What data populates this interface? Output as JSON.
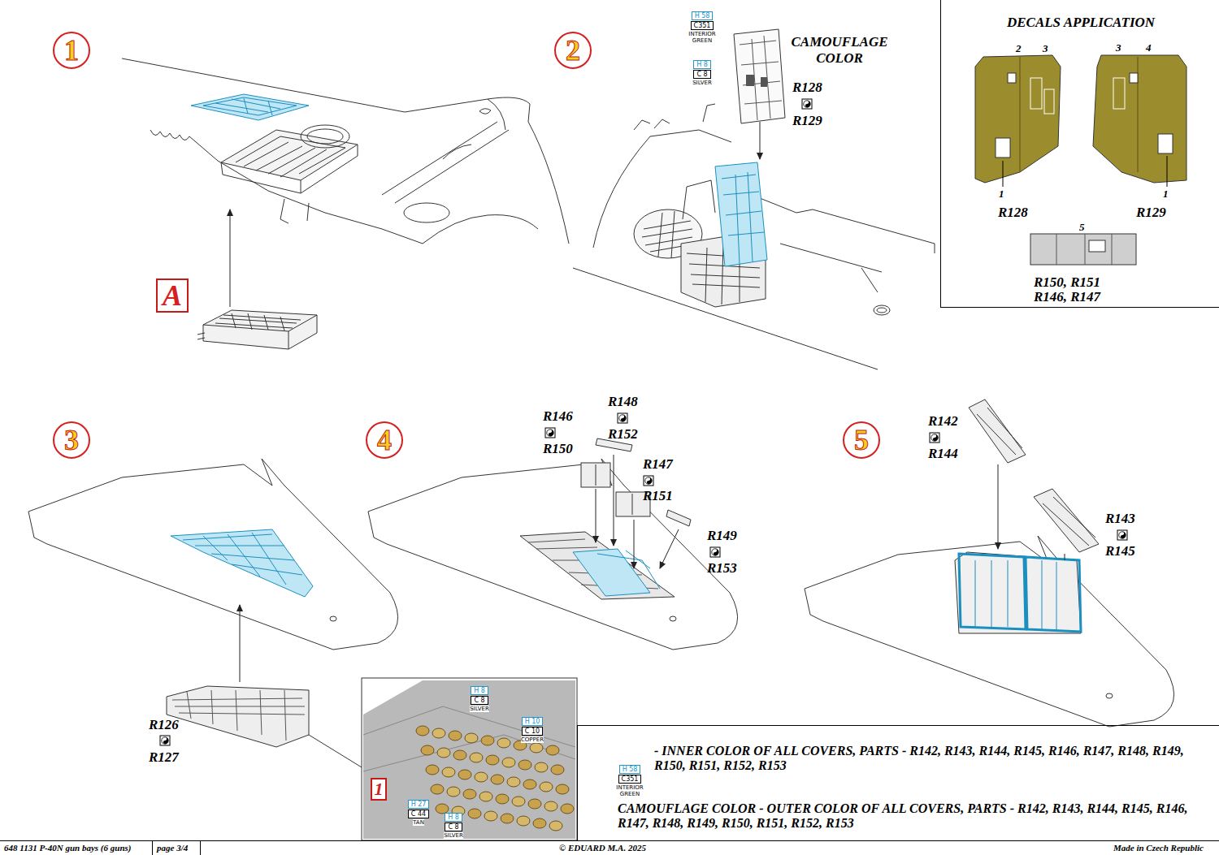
{
  "diagram": {
    "nodes": [
      {
        "text": [
          "1"
        ]
      },
      {
        "text": [
          "2"
        ]
      },
      {
        "text": [
          "H 58",
          "C351",
          "INTERIOR GREEN"
        ]
      },
      {
        "text": [
          "H 8",
          "C 8",
          "SILVER"
        ]
      },
      {
        "text": [
          "DECALS APPLICATION"
        ]
      },
      {
        "text": [
          "A"
        ]
      },
      {
        "text": [
          "3"
        ]
      },
      {
        "text": [
          "4"
        ]
      },
      {
        "text": [
          "5"
        ]
      },
      {
        "text": [
          "1"
        ]
      },
      {
        "text": [
          "H 8",
          "C 8",
          "SILVER"
        ]
      },
      {
        "text": [
          "H 10",
          "C 10",
          "COPPER"
        ]
      },
      {
        "text": [
          "H 27",
          "C 44",
          "TAN"
        ]
      },
      {
        "text": [
          "H 8",
          "C 8",
          "SILVER"
        ]
      },
      {
        "text": [
          "H 58",
          "C351",
          "INTERIOR GREEN"
        ]
      }
    ],
    "labels": [
      "CAMOUFLAGE COLOR",
      "R128",
      "R129",
      "2",
      "3",
      "3",
      "4",
      "1",
      "1",
      "R128",
      "R129",
      "5",
      "R150, R151",
      "R146, R147",
      "R146",
      "R150",
      "R148",
      "R152",
      "R147",
      "R151",
      "R149",
      "R153",
      "R142",
      "R144",
      "R143",
      "R145",
      "R126",
      "R127",
      "- INNER COLOR OF ALL COVERS, PARTS -  R142, R143, R144, R145, R146, R147, R148, R149, R150, R151, R152, R153",
      "CAMOUFLAGE COLOR - OUTER COLOR OF ALL COVERS, PARTS -  R142, R143, R144, R145, R146, R147, R148, R149, R150, R151, R152, R153",
      "648 1131  P-40N gun bays (6 guns)",
      "page 3/4",
      "© EDUARD  M.A. 2025",
      "Made in Czech Republic"
    ]
  }
}
